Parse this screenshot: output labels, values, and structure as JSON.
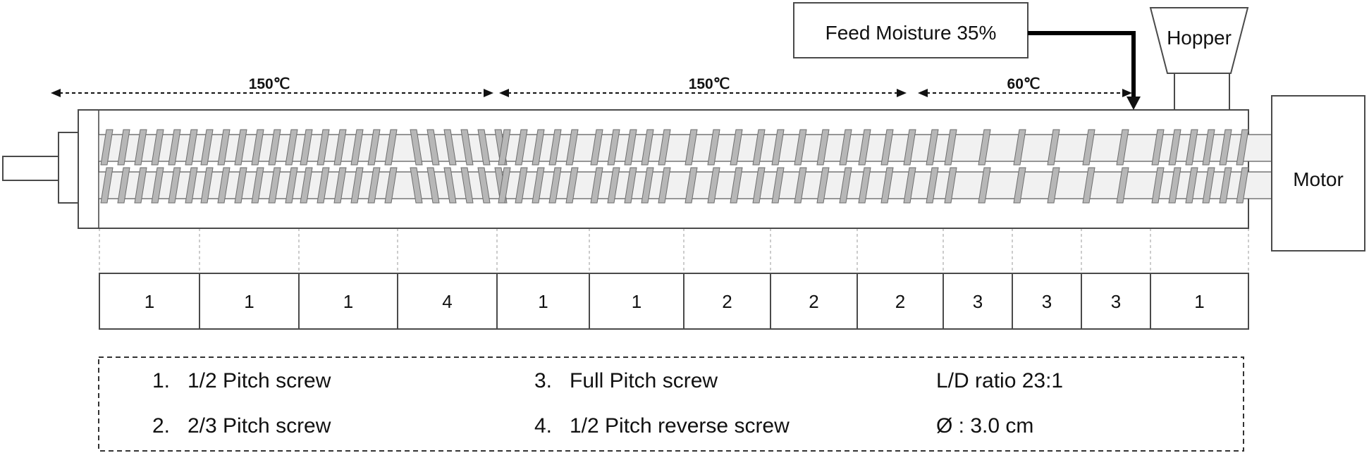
{
  "feed": {
    "label": "Feed Moisture 35%"
  },
  "hopper": {
    "label": "Hopper"
  },
  "motor": {
    "label": "Motor"
  },
  "zones": [
    {
      "label": "150℃"
    },
    {
      "label": "150℃"
    },
    {
      "label": "60℃"
    }
  ],
  "segments": [
    {
      "code": "1"
    },
    {
      "code": "1"
    },
    {
      "code": "1"
    },
    {
      "code": "4"
    },
    {
      "code": "1"
    },
    {
      "code": "1"
    },
    {
      "code": "2"
    },
    {
      "code": "2"
    },
    {
      "code": "2"
    },
    {
      "code": "3"
    },
    {
      "code": "3"
    },
    {
      "code": "3"
    },
    {
      "code": "1"
    }
  ],
  "legend": {
    "item1": {
      "num": "1.",
      "text": "1/2 Pitch screw"
    },
    "item2": {
      "num": "2.",
      "text": "2/3 Pitch screw"
    },
    "item3": {
      "num": "3.",
      "text": "Full Pitch screw"
    },
    "item4": {
      "num": "4.",
      "text": "1/2 Pitch reverse screw"
    },
    "ld_ratio": "L/D ratio 23:1",
    "diameter": "Ø : 3.0 cm"
  },
  "colors": {
    "flight": "#b7b7b7",
    "shaft": "#f1f1f1",
    "outline": "#4a4a4a"
  }
}
